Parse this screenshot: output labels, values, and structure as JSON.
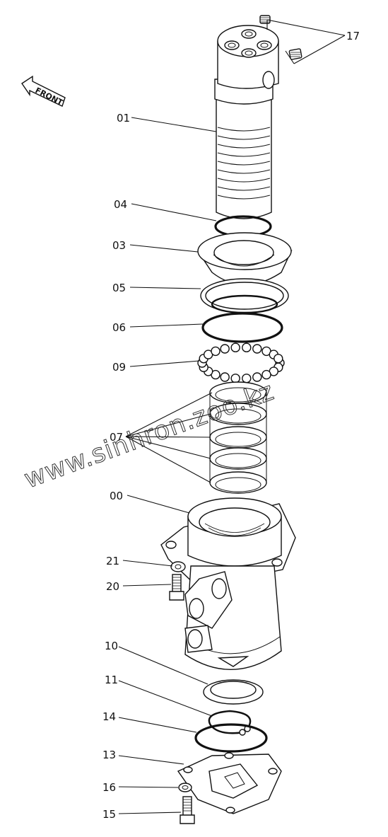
{
  "diagram": {
    "front_label": "FRONT",
    "watermark": "www.sinhron.zoo.kz",
    "part_labels": {
      "p17": "17",
      "p01": "01",
      "p04": "04",
      "p03": "03",
      "p05": "05",
      "p06": "06",
      "p09": "09",
      "p07": "07",
      "p00": "00",
      "p21": "21",
      "p20": "20",
      "p10": "10",
      "p11": "11",
      "p14": "14",
      "p13": "13",
      "p16": "16",
      "p15": "15"
    }
  }
}
